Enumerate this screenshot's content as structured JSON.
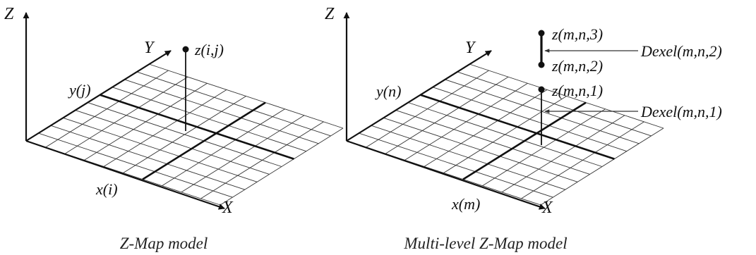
{
  "panels": [
    {
      "caption": "Z-Map model",
      "axis_z": "Z",
      "axis_y": "Y",
      "axis_x": "X",
      "tick_y": "y(j)",
      "tick_x": "x(i)",
      "point_label": "z(i,j)"
    },
    {
      "caption": "Multi-level Z-Map model",
      "axis_z": "Z",
      "axis_y": "Y",
      "axis_x": "X",
      "tick_y": "y(n)",
      "tick_x": "x(m)",
      "point_labels": [
        "z(m,n,3)",
        "z(m,n,2)",
        "z(m,n,1)"
      ],
      "dexel_labels": [
        "Dexel(m,n,2)",
        "Dexel(m,n,1)"
      ]
    }
  ]
}
